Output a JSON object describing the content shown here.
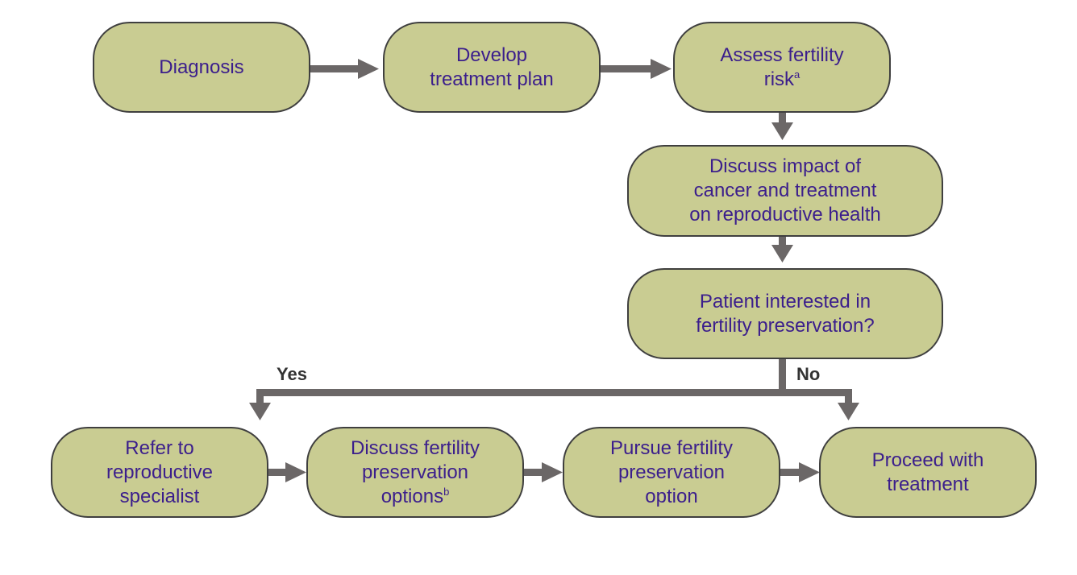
{
  "diagram": {
    "nodes": {
      "diagnosis": {
        "text": "Diagnosis"
      },
      "develop_plan": {
        "line1": "Develop",
        "line2": "treatment plan"
      },
      "assess_risk": {
        "line1": "Assess fertility",
        "line2": "risk",
        "footnote": "a"
      },
      "discuss_impact": {
        "line1": "Discuss impact of",
        "line2": "cancer and treatment",
        "line3": "on reproductive health"
      },
      "patient_interested": {
        "line1": "Patient interested in",
        "line2": "fertility preservation?"
      },
      "refer_specialist": {
        "line1": "Refer to",
        "line2": "reproductive",
        "line3": "specialist"
      },
      "discuss_options": {
        "line1": "Discuss fertility",
        "line2": "preservation",
        "line3": "options",
        "footnote": "b"
      },
      "pursue_option": {
        "line1": "Pursue fertility",
        "line2": "preservation",
        "line3": "option"
      },
      "proceed_treatment": {
        "line1": "Proceed with",
        "line2": "treatment"
      }
    },
    "branch_labels": {
      "yes": "Yes",
      "no": "No"
    },
    "colors": {
      "node_fill": "#c9cc92",
      "node_border": "#3f3f3f",
      "node_text": "#3b1e8c",
      "arrow": "#6b6767"
    }
  }
}
